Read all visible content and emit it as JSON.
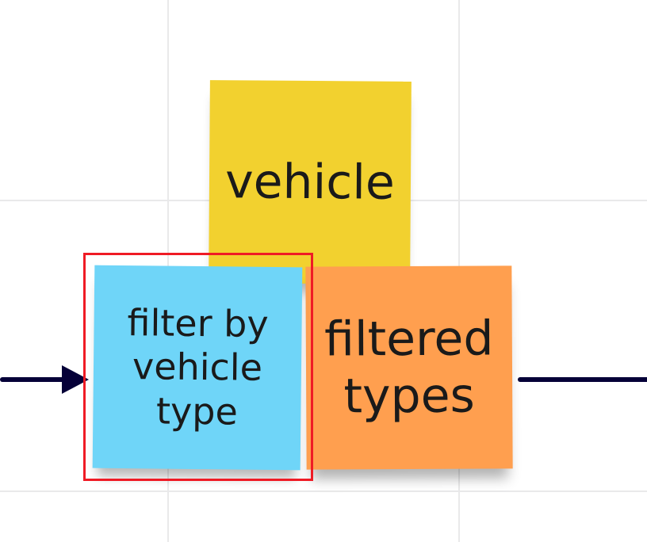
{
  "board": {
    "background": "#ffffff",
    "grid_color": "#e9e9ea"
  },
  "stickies": {
    "yellow": {
      "text": "vehicle",
      "color": "#f2d12f"
    },
    "orange": {
      "text": "filtered\ntypes",
      "color": "#ff9f4f"
    },
    "blue": {
      "text": "filter by\nvehicle\ntype",
      "color": "#6fd5f8"
    }
  },
  "selection": {
    "color": "#ef1b25",
    "selected": "filter by vehicle type"
  },
  "connectors": {
    "incoming": {
      "has_arrowhead": true
    },
    "outgoing": {
      "has_arrowhead": false
    },
    "color": "#050038"
  }
}
